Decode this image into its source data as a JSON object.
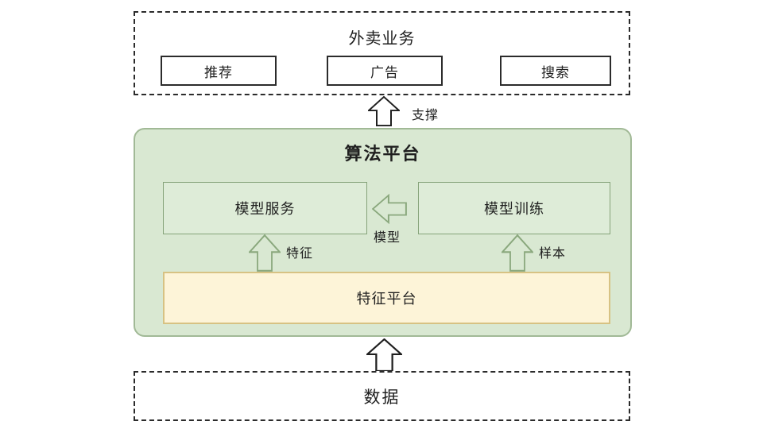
{
  "colors": {
    "ink": "#1f1f1f",
    "panel-bg": "#d9e8d2",
    "panel-border": "#a1b996",
    "green-box-bg": "#deecd8",
    "green-box-border": "#86a37a",
    "yellow-box-bg": "#fdf4d8",
    "yellow-box-border": "#d7c283",
    "arrow-green": "#8aa87d"
  },
  "business": {
    "title": "外卖业务",
    "items": [
      {
        "label": "推荐"
      },
      {
        "label": "广告"
      },
      {
        "label": "搜索"
      }
    ]
  },
  "arrows": {
    "support": "支撑",
    "model": "模型",
    "feature": "特征",
    "sample": "样本"
  },
  "platform": {
    "title": "算法平台",
    "model_serving": "模型服务",
    "model_training": "模型训练",
    "feature_platform": "特征平台"
  },
  "data": {
    "title": "数据"
  }
}
